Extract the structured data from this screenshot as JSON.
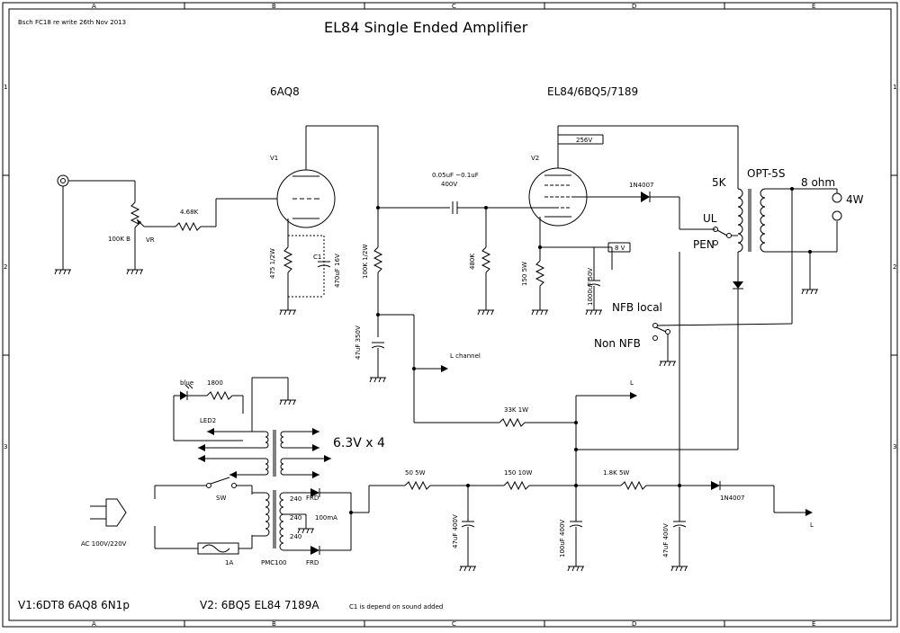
{
  "title": "EL84 Single Ended Amplifier",
  "author_note": "Bsch FC18 re write 26th Nov 2013",
  "grid": {
    "cols": [
      "A",
      "B",
      "C",
      "D",
      "E"
    ],
    "rows": [
      "1",
      "2",
      "3"
    ]
  },
  "tubes": {
    "v1_type": "6AQ8",
    "v1_ref": "V1",
    "v2_type": "EL84/6BQ5/7189",
    "v2_ref": "V2",
    "v2_voltage": "256V"
  },
  "components": {
    "r_input": "4.68K",
    "pot": "100K B",
    "pot_ref": "VR",
    "r_cathode1": "475 1/2W",
    "c1_ref": "C1",
    "c1_value": "470uF 16V",
    "r_plate1": "100K 1/2W",
    "c_coupling": "0.05uF ~0.1uF",
    "c_coupling_v": "400V",
    "r_grid2": "480K",
    "r_cathode2": "150 5W",
    "cathode2_volt": "8 V",
    "c_cathode2": "1000uF 50V",
    "c_b1": "47uF 350V",
    "diode_ul": "1N4007",
    "ul": "UL",
    "pen": "PEN",
    "opt_imp": "5K",
    "opt_model": "OPT-5S",
    "out_imp": "8 ohm",
    "power": "4W",
    "nfb_local": "NFB local",
    "non_nfb": "Non NFB",
    "l_channel": "L channel",
    "r_33k": "33K 1W",
    "l_label1": "L",
    "l_label2": "L",
    "led_color": "blue",
    "r_led": "1800",
    "led_ref": "LED2",
    "heater": "6.3V x 4",
    "sw": "SW",
    "ac_in": "AC 100V/220V",
    "fuse": "1A",
    "ptrans": "PMC100",
    "sec1": "240",
    "sec2": "240",
    "sec3": "240",
    "frd1": "FRD",
    "frd2": "FRD",
    "sec_current": "100mA",
    "r_50": "50 5W",
    "c_470": "47uF 400V",
    "r_150": "150 10W",
    "c_100": "100uF 400V",
    "r_18k": "1.8K 5W",
    "c_47b": "47uF 400V",
    "diode_out": "1N4007"
  },
  "footer": {
    "v1_list": "V1:6DT8   6AQ8   6N1p",
    "v2_list": "V2: 6BQ5   EL84   7189A",
    "c1_note": "C1 is depend on sound added"
  }
}
